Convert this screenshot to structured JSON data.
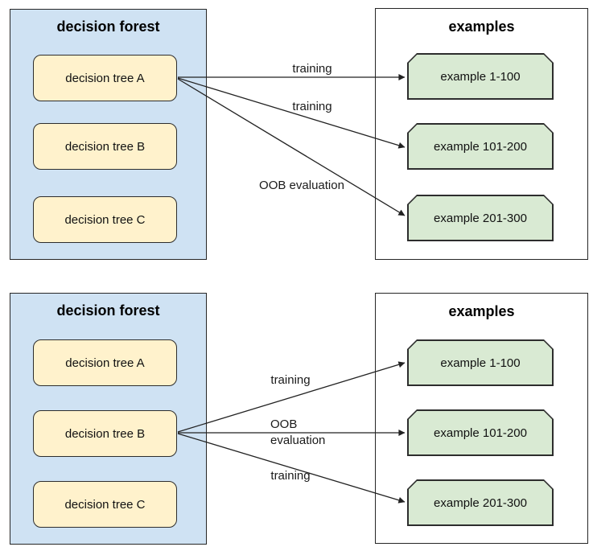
{
  "colors": {
    "forest_fill": "#cfe2f3",
    "tree_fill": "#fff2cc",
    "example_fill": "#d9ead3",
    "shape_border": "#2d2d2d",
    "arrow": "#222222"
  },
  "diagrams": [
    {
      "forest": {
        "title": "decision forest",
        "trees": [
          {
            "label": "decision tree A"
          },
          {
            "label": "decision tree B"
          },
          {
            "label": "decision tree C"
          }
        ]
      },
      "examples": {
        "title": "examples",
        "items": [
          {
            "label": "example 1-100"
          },
          {
            "label": "example 101-200"
          },
          {
            "label": "example 201-300"
          }
        ]
      },
      "arrows": [
        {
          "source": "decision tree A",
          "target": "example 1-100",
          "label_lines": [
            "training"
          ]
        },
        {
          "source": "decision tree A",
          "target": "example 101-200",
          "label_lines": [
            "training"
          ]
        },
        {
          "source": "decision tree A",
          "target": "example 201-300",
          "label_lines": [
            "OOB evaluation"
          ]
        }
      ]
    },
    {
      "forest": {
        "title": "decision forest",
        "trees": [
          {
            "label": "decision tree A"
          },
          {
            "label": "decision tree B"
          },
          {
            "label": "decision tree C"
          }
        ]
      },
      "examples": {
        "title": "examples",
        "items": [
          {
            "label": "example 1-100"
          },
          {
            "label": "example 101-200"
          },
          {
            "label": "example 201-300"
          }
        ]
      },
      "arrows": [
        {
          "source": "decision tree B",
          "target": "example 1-100",
          "label_lines": [
            "training"
          ]
        },
        {
          "source": "decision tree B",
          "target": "example 101-200",
          "label_lines": [
            "OOB",
            "evaluation"
          ]
        },
        {
          "source": "decision tree B",
          "target": "example 201-300",
          "label_lines": [
            "training"
          ]
        }
      ]
    }
  ]
}
